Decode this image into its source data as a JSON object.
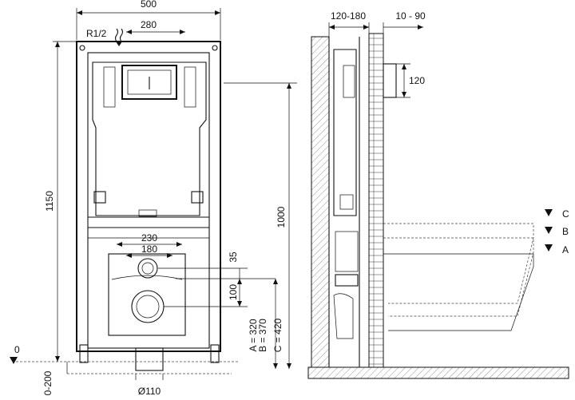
{
  "front_view": {
    "width_label": "500",
    "connection_label": "R1/2",
    "spacing_label": "280",
    "height_label": "1150",
    "outlet_width_label": "230",
    "outlet_inner_label": "180",
    "dim_35": "35",
    "dim_100": "100",
    "outlet_height_A": "A = 320",
    "outlet_height_B": "B = 370",
    "outlet_height_C": "C = 420",
    "leg_adjust_label": "0-200",
    "pipe_diameter_label": "Ø110",
    "floor_level_label": "0"
  },
  "side_view": {
    "wall_depth_label": "120-180",
    "offset_label": "10 - 90",
    "flush_pipe_label": "120",
    "height_label": "1000",
    "level_C": "C",
    "level_B": "B",
    "level_A": "A"
  }
}
